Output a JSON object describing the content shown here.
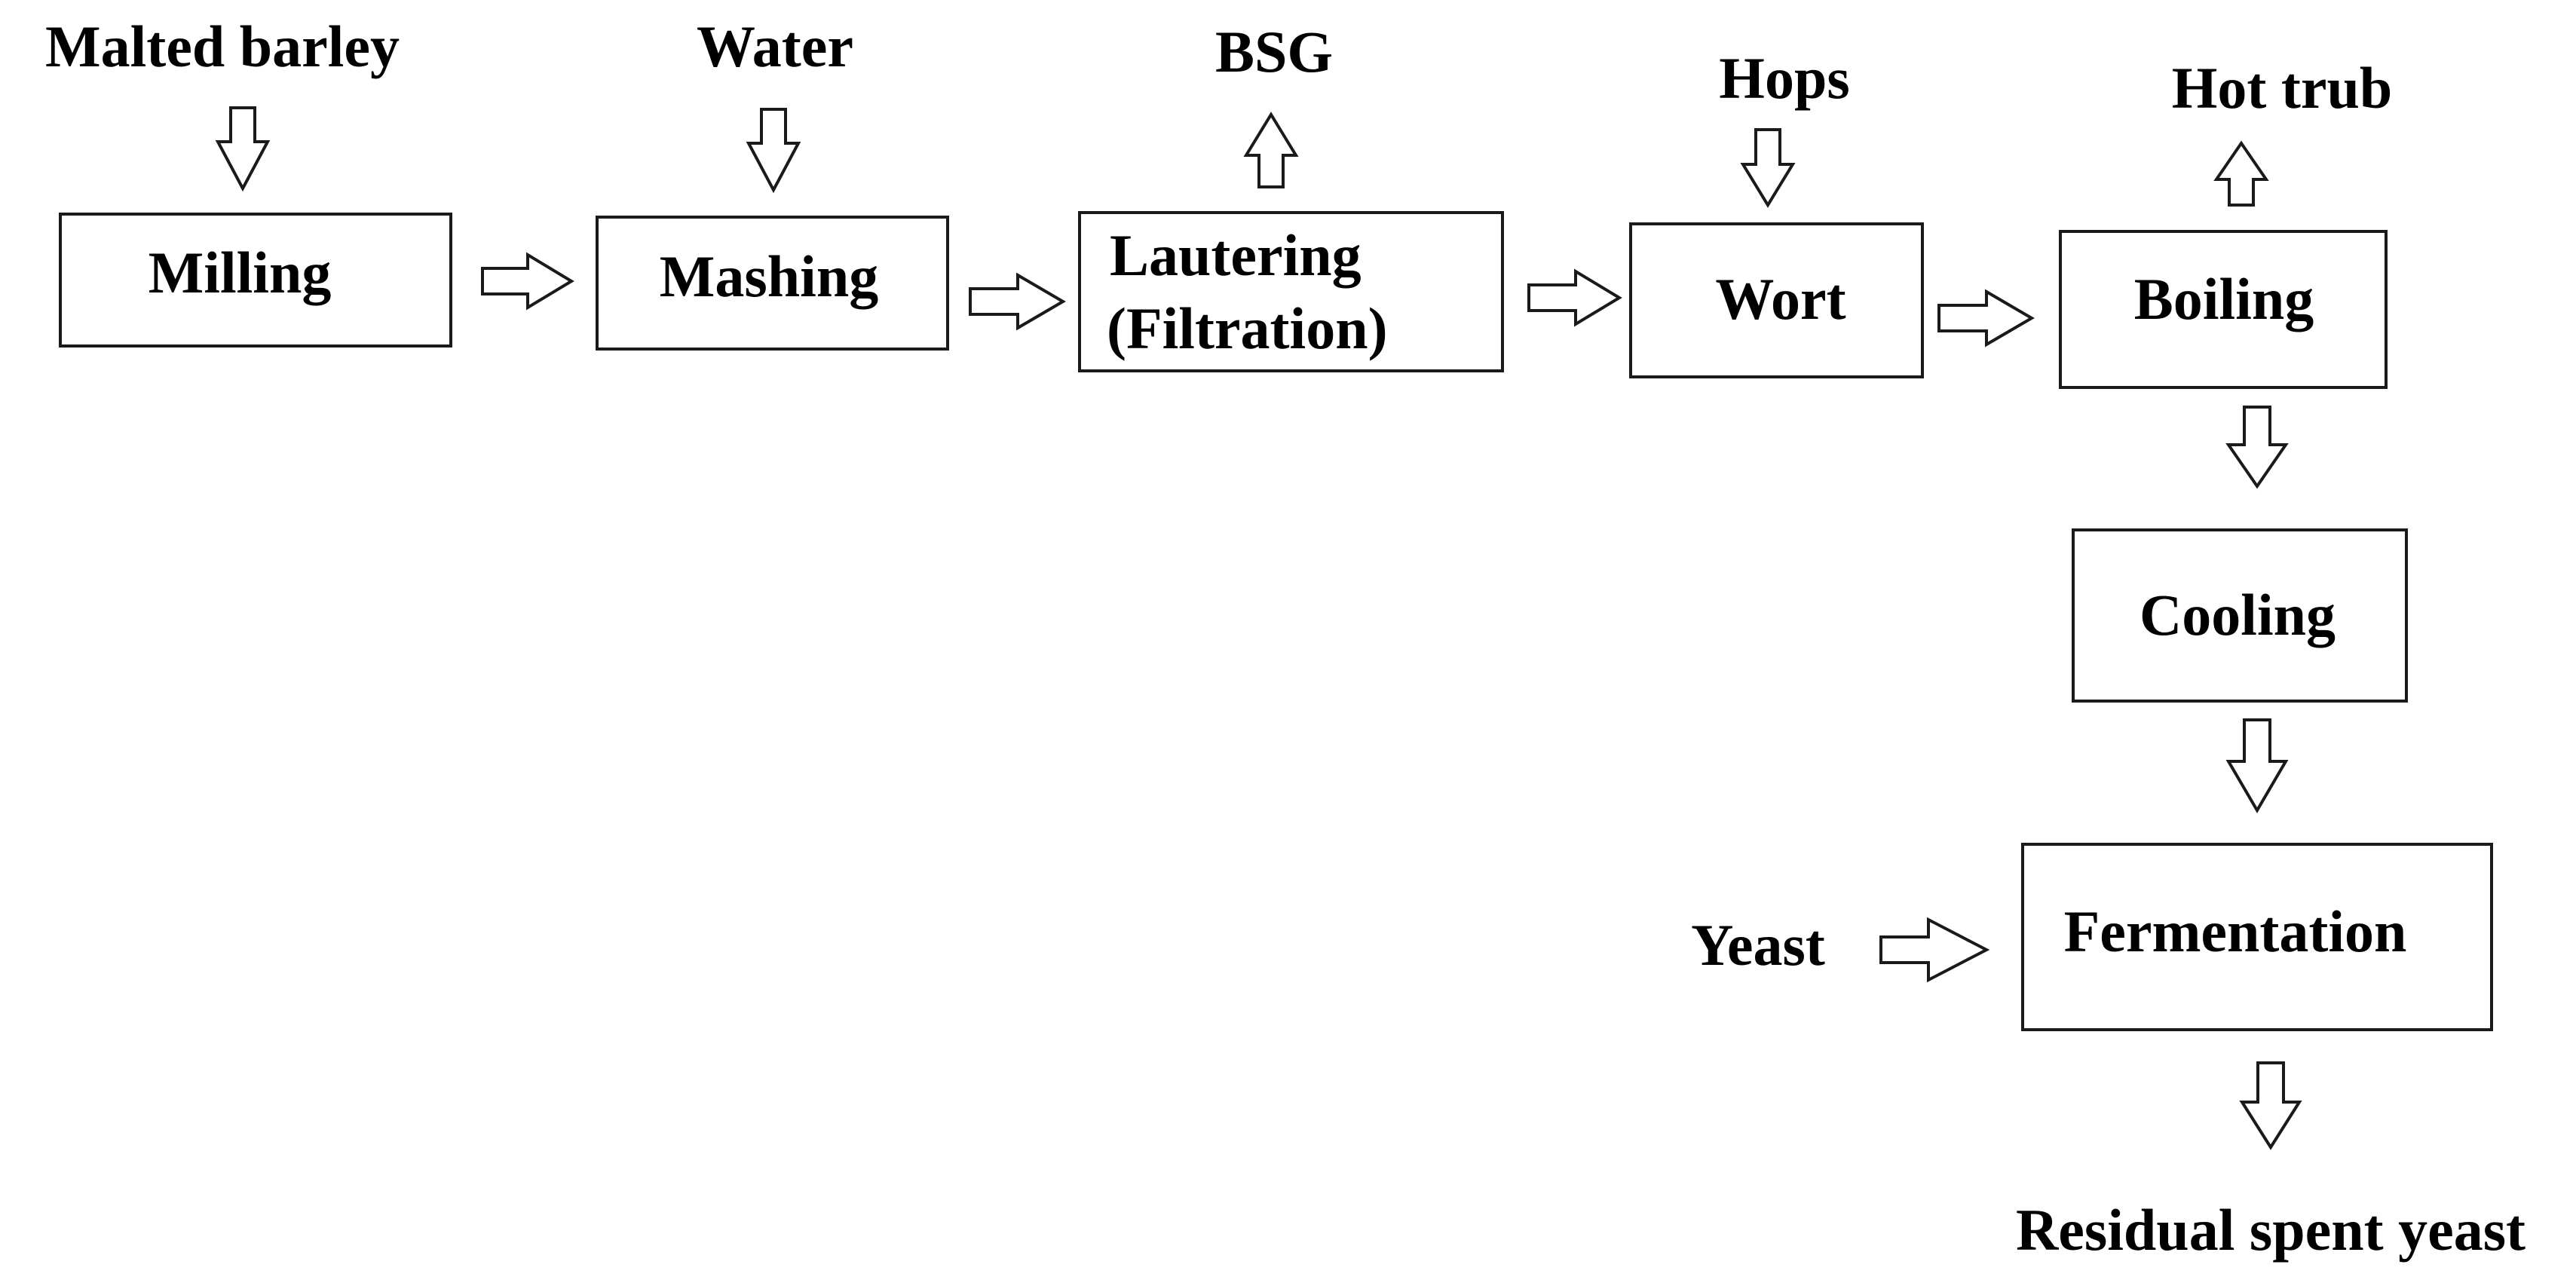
{
  "process_steps": {
    "milling": "Milling",
    "mashing": "Mashing",
    "lautering_line1": "Lautering",
    "lautering_line2": "(Filtration)",
    "wort": "Wort",
    "boiling": "Boiling",
    "cooling": "Cooling",
    "fermentation": "Fermentation"
  },
  "inputs": {
    "malted_barley": "Malted barley",
    "water": "Water",
    "hops": "Hops",
    "yeast": "Yeast"
  },
  "outputs": {
    "bsg": "BSG",
    "hot_trub": "Hot trub",
    "residual_spent_yeast": "Residual spent yeast"
  },
  "colors": {
    "stroke": "#1a1a1a",
    "fill": "#ffffff",
    "text": "#000000"
  }
}
